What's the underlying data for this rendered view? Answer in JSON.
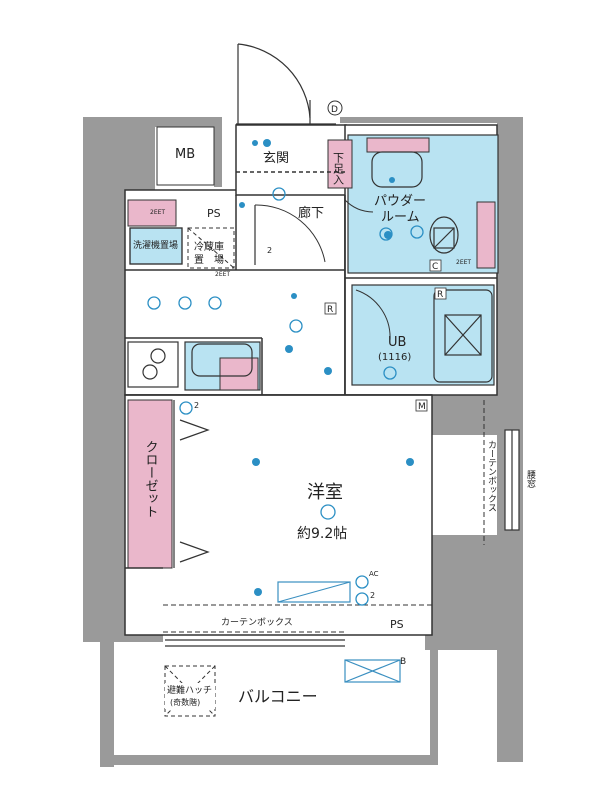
{
  "colors": {
    "wall": "#9a9a9a",
    "water_area": "#b9e3f2",
    "storage_pink": "#eab7cb",
    "outline": "#333333",
    "fixture_dot": "#2b8fc4",
    "line_blue": "#3a8fc0"
  },
  "labels": {
    "mb": "MB",
    "genkan": "玄関",
    "shoe": "下足入",
    "hallway": "廊下",
    "powder_room_1": "パウダー",
    "powder_room_2": "ルーム",
    "ps_top": "PS",
    "laundry": "洗濯機置場",
    "fridge_1": "冷蔵庫",
    "fridge_2": "置　場",
    "ub_1": "UB",
    "ub_2": "(1116)",
    "main_room": "洋室",
    "main_size": "約9.2帖",
    "closet": "クローゼット",
    "curtain_box_right": "カーテンボックス",
    "curtain_box_bottom": "カーテンボックス",
    "koshimado": "腰窓",
    "ps_bottom": "PS",
    "balcony": "バルコニー",
    "hatch_1": "避難ハッチ",
    "hatch_2": "(奇数階)",
    "mark_d": "D",
    "mark_r1": "R",
    "mark_r2": "R",
    "mark_m": "M",
    "mark_c": "C",
    "mark_b": "B",
    "mark_2e_1": "2EET",
    "mark_2e_2": "2EET",
    "mark_2e_3": "2EET",
    "mark_2_a": "2",
    "mark_2_b": "2",
    "mark_2_c": "2",
    "mark_ac": "AC"
  },
  "icons": [
    "ceiling-light-icon",
    "outlet-icon",
    "switch-icon",
    "sink-icon",
    "toilet-icon",
    "bathtub-icon",
    "stove-icon",
    "exhaust-fan-icon",
    "door-swing-icon",
    "escape-hatch-icon"
  ]
}
